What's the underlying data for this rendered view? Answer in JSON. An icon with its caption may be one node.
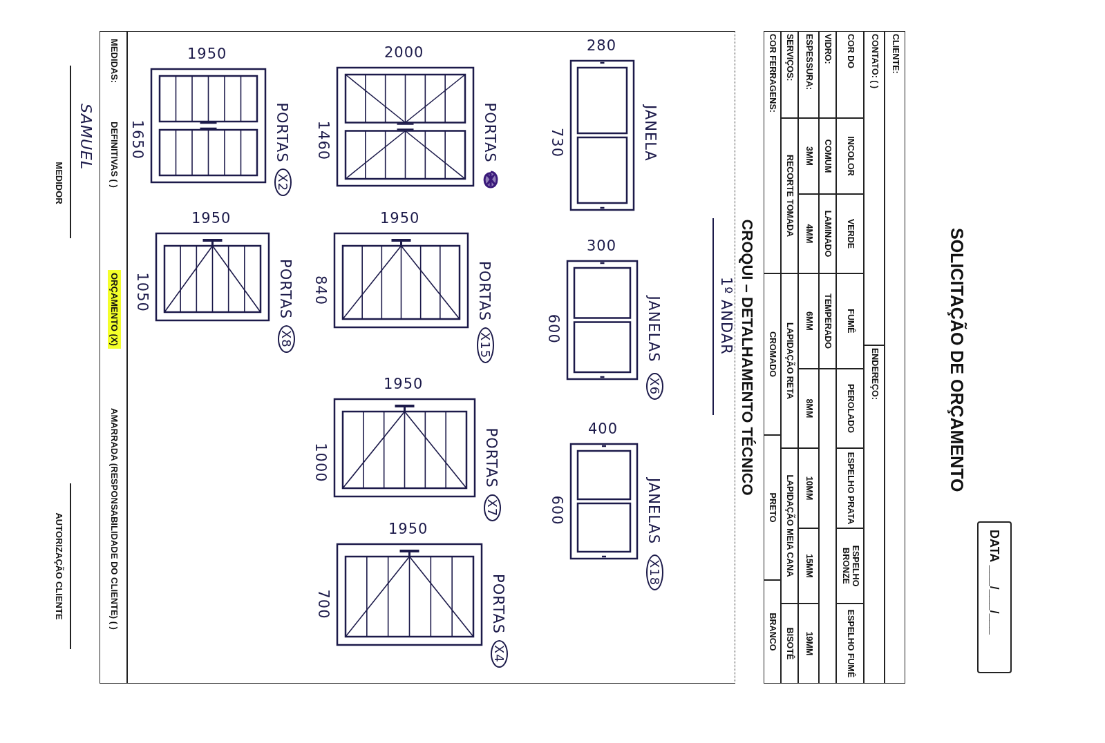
{
  "diagram": {
    "title": "SOLICITAÇÃO DE ORÇAMENTO",
    "nodes": [
      {
        "text": [
          "CROQUI – DETALHAMENTO TÉCNICO"
        ]
      },
      {
        "text": [],
        "shape": "picture",
        "in": 0,
        "beside": [
          "280",
          "730",
          "JANELA"
        ]
      },
      {
        "text": [],
        "shape": "picture",
        "in": 0,
        "beside": [
          "300",
          "600",
          "JANELAS",
          "X6"
        ]
      },
      {
        "text": [],
        "shape": "picture",
        "in": 0,
        "beside": [
          "400",
          "600",
          "JANELAS",
          "X18"
        ]
      },
      {
        "text": [],
        "shape": "picture",
        "in": 0,
        "beside": [
          "2000",
          "1460",
          "PORTAS"
        ]
      },
      {
        "text": [],
        "shape": "picture",
        "in": 0,
        "beside": [
          "1950",
          "840",
          "PORTAS",
          "X15"
        ]
      },
      {
        "text": [],
        "shape": "picture",
        "in": 0,
        "beside": [
          "1950",
          "1000",
          "PORTAS",
          "X7"
        ]
      },
      {
        "text": [],
        "shape": "picture",
        "in": 0,
        "beside": [
          "1950",
          "700",
          "PORTAS",
          "X4"
        ]
      },
      {
        "text": [],
        "shape": "picture",
        "in": 0,
        "beside": [
          "1950",
          "1650",
          "PORTAS",
          "X2"
        ]
      },
      {
        "text": [],
        "shape": "picture",
        "in": 0,
        "beside": [
          "1950",
          "1050",
          "PORTAS",
          "X8"
        ]
      }
    ],
    "edges": [],
    "labels": [
      "DATA ___/___/___",
      "CLIENTE:",
      "CONTATO: ( )",
      "ENDEREÇO:",
      "COR DO",
      "INCOLOR",
      "VERDE",
      "FUMÊ",
      "PEROLADO",
      "ESPELHO PRATA",
      "ESPELHO BRONZE",
      "ESPELHO FUMÊ",
      "VIDRO:",
      "COMUM",
      "LAMINADO",
      "TEMPERADO",
      "ESPESSURA:",
      "3MM",
      "4MM",
      "6MM",
      "8MM",
      "10MM",
      "15MM",
      "19MM",
      "SERVIÇOS:",
      "RECORTE TOMADA",
      "LAPIDAÇÃO RETA",
      "LAPIDAÇÃO MEIA CANA",
      "BISOTÊ",
      "COR FERRAGENS:",
      "CROMADO",
      "PRETO",
      "BRANCO",
      "1º ANDAR",
      "MEDIDAS:",
      "DEFINITIVAS ( )",
      "ORÇAMENTO (X)",
      "AMARRADA (RESPONSABILIDADE DO CLIENTE) ( )",
      "SAMUEL",
      "MEDIDOR",
      "AUTORIZAÇÃO CLIENTE"
    ]
  }
}
